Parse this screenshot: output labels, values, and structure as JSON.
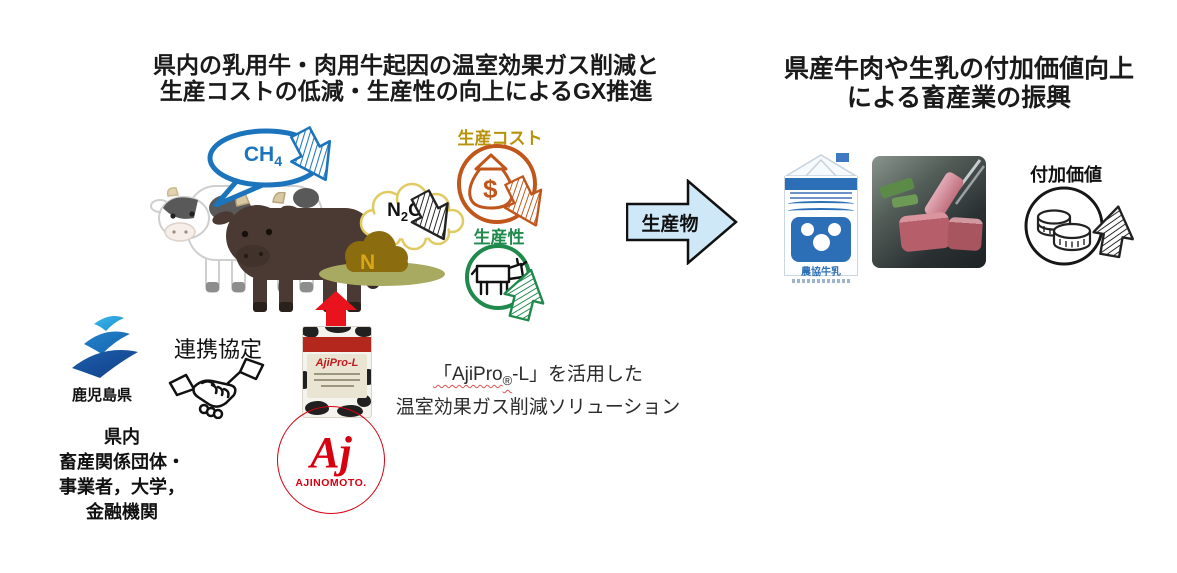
{
  "left_goal": {
    "line1": "県内の乳用牛・肉用牛起因の温室効果ガス削減と",
    "line2": "生産コストの低減・生産性の向上によるGX推進"
  },
  "right_goal": {
    "line1": "県産牛肉や生乳の付加価値向上",
    "line2": "による畜産業の振興"
  },
  "emissions": {
    "ch4": {
      "main": "CH",
      "sub": "4",
      "color": "#1b74bc"
    },
    "n2o": {
      "pre": "N",
      "sub": "2",
      "post": "O",
      "cloud_color": "#e0ca62"
    },
    "manure_n": "N"
  },
  "metrics": {
    "cost": {
      "label": "生産コスト",
      "label_color": "#b8920a",
      "icon_color": "#c0561b",
      "currency": "$"
    },
    "productivity": {
      "label": "生産性",
      "color": "#1f8a4c"
    }
  },
  "flow": {
    "label": "生産物",
    "fill": "#cfe8f8"
  },
  "products": {
    "milk_brand": "農協牛乳"
  },
  "added_value": {
    "label": "付加価値"
  },
  "partnership": {
    "prefecture": "鹿児島県",
    "agreement": "連携協定",
    "partners": {
      "line1": "県内",
      "line2": "畜産関係団体・",
      "line3": "事業者，大学，",
      "line4": "金融機関"
    }
  },
  "solution": {
    "bag_label": "AjiPro-L",
    "brand_mark": "Aj",
    "brand_name": "AJINOMOTO.",
    "desc_pre": "「AjiPro",
    "desc_reg": "®",
    "desc_post": "-L」を活用した",
    "desc_line2": "温室効果ガス削減ソリューション"
  },
  "colors": {
    "ch4_blue": "#1b74bc",
    "cost_gold": "#b8920a",
    "cost_orange": "#c0561b",
    "productivity_green": "#1f8a4c",
    "flow_arrow_fill": "#cfe8f8",
    "increase_red": "#e8131d",
    "ajinomoto_red": "#d7000f",
    "kagoshima_blue": "#1b4f9e"
  }
}
